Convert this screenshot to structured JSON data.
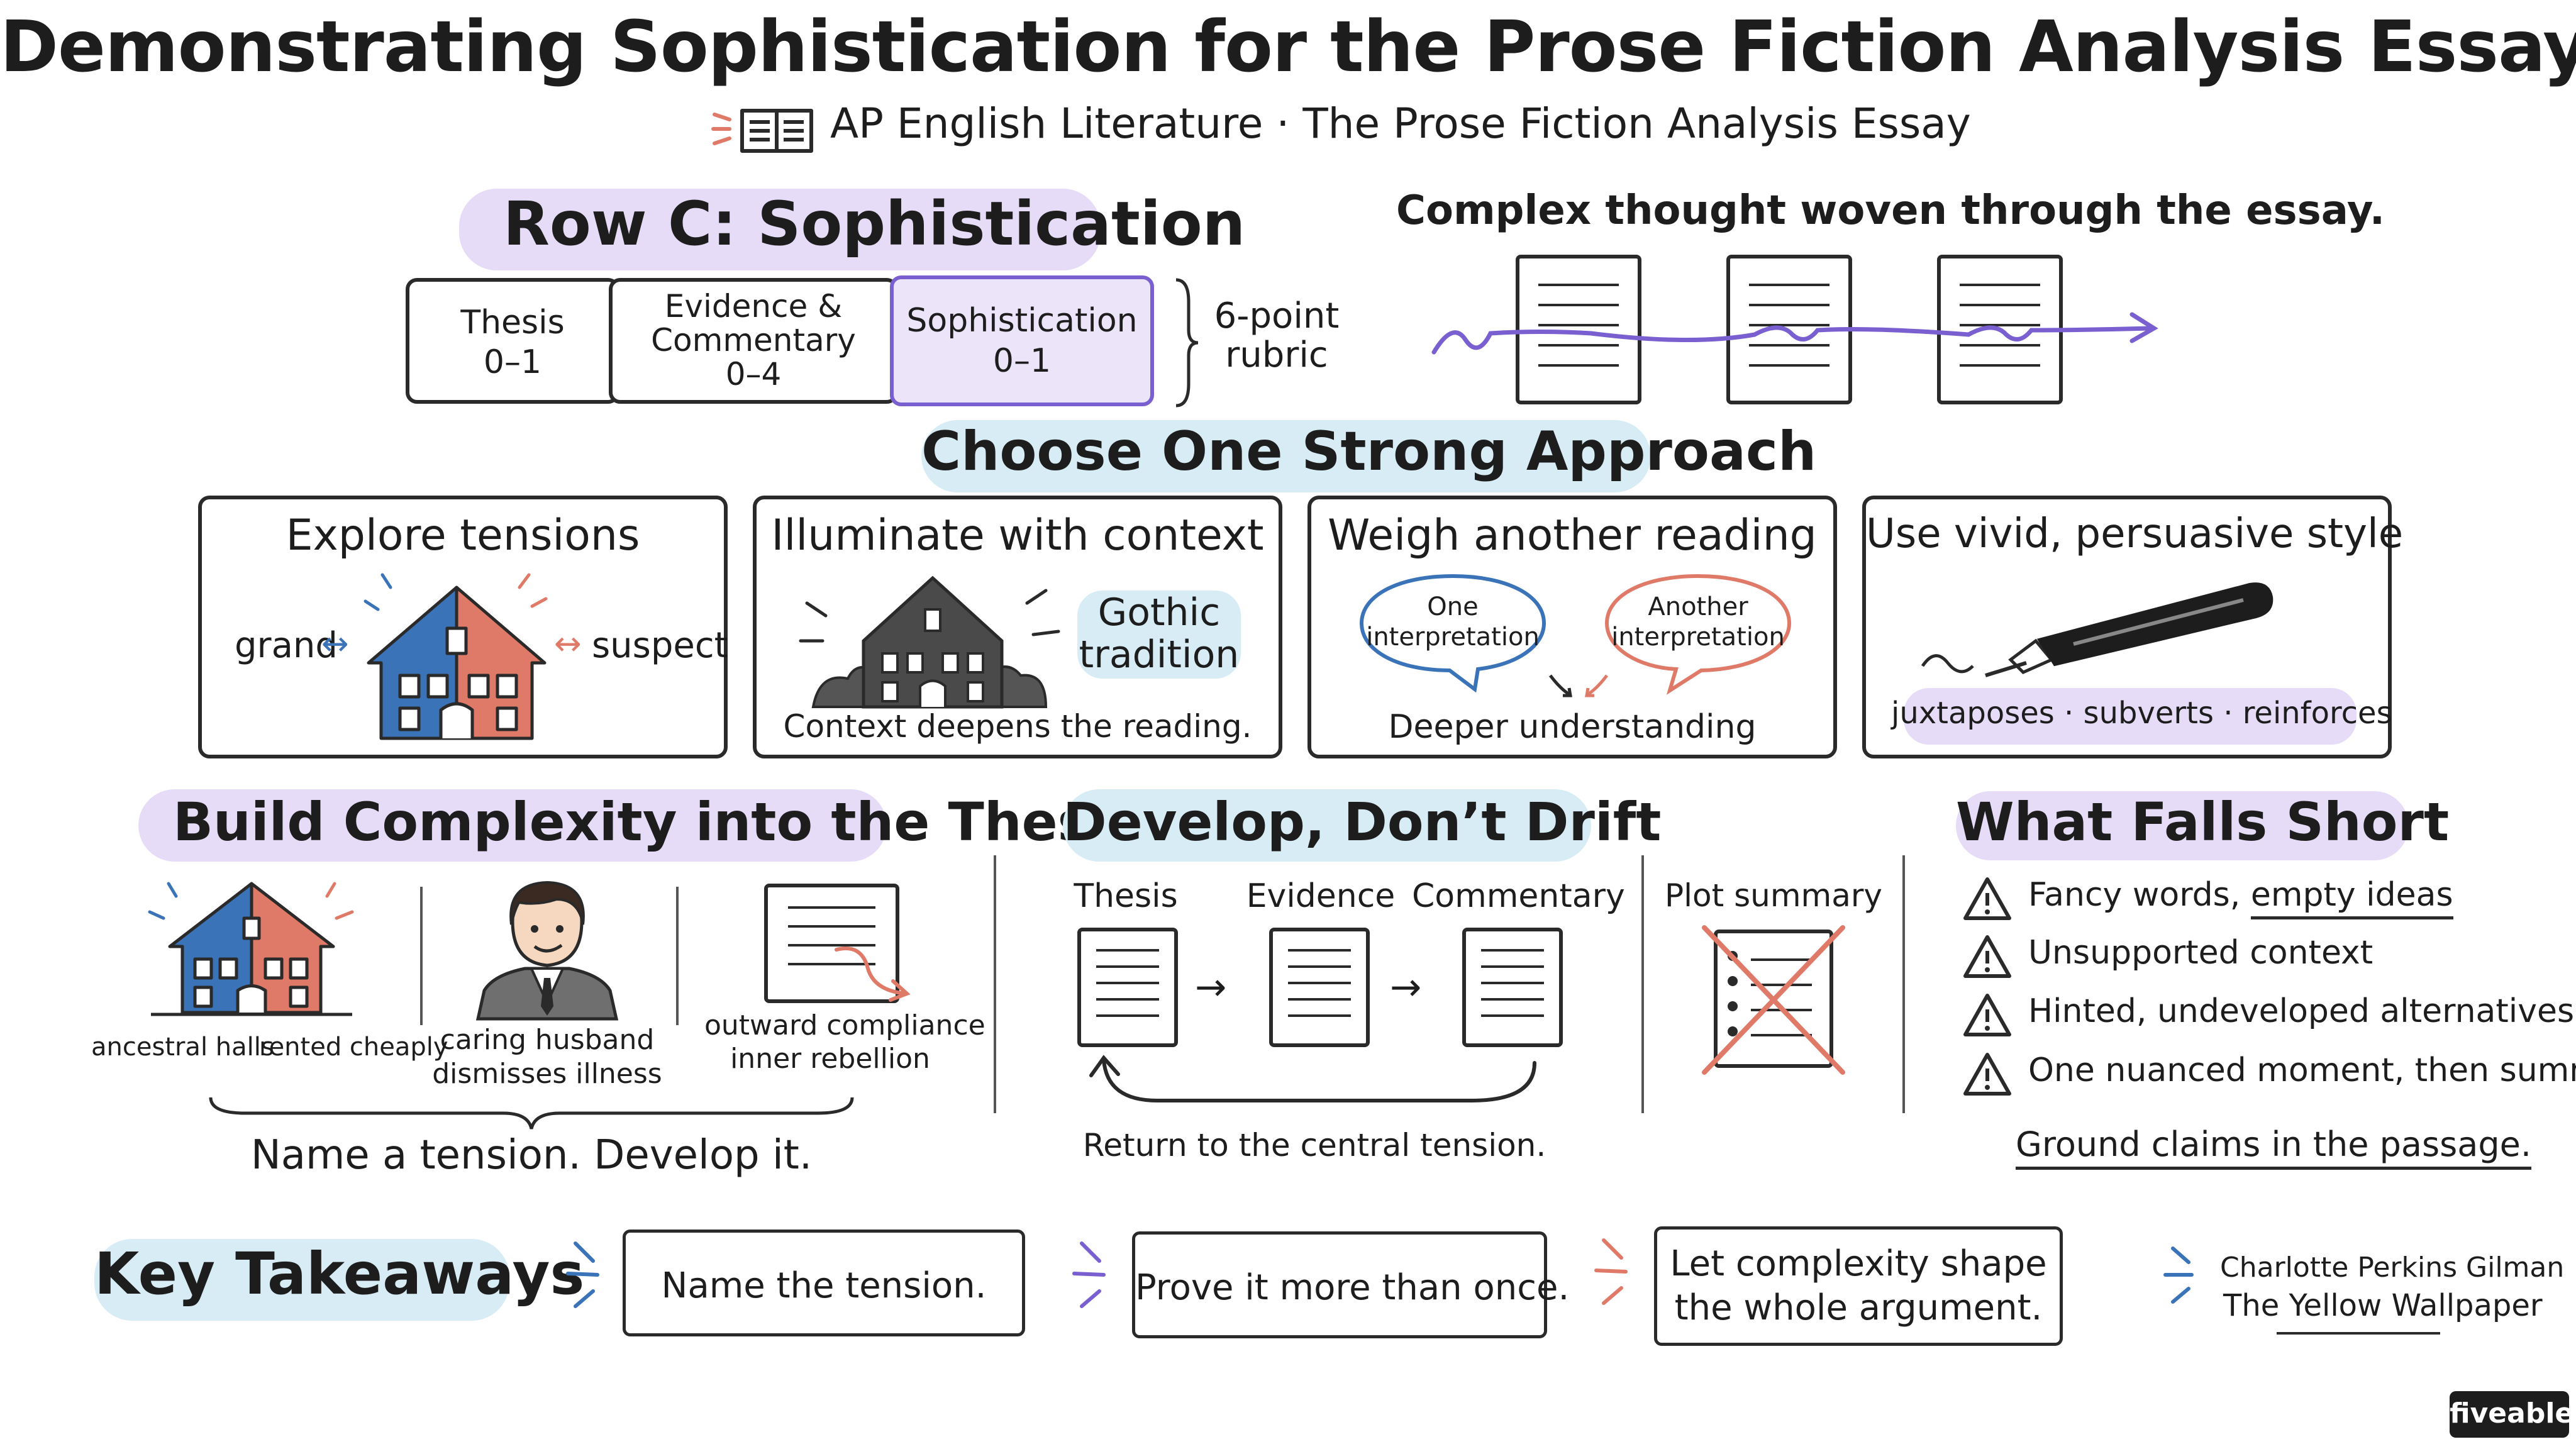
{
  "title": "Demonstrating Sophistication for the Prose Fiction Analysis  Essay",
  "subtitle": "AP English Literature · The Prose Fiction Analysis Essay",
  "row_c": {
    "heading": "Row C: Sophistication",
    "rubric": [
      {
        "line1": "Thesis",
        "line2": "",
        "score": "0–1"
      },
      {
        "line1": "Evidence &",
        "line2": "Commentary",
        "score": "0–4"
      },
      {
        "line1": "Sophistication",
        "line2": "",
        "score": "0–1"
      }
    ],
    "rubric_note_1": "6-point",
    "rubric_note_2": "rubric"
  },
  "complex_thought": "Complex thought woven through the essay.",
  "approach": {
    "heading": "Choose One Strong Approach",
    "cards": [
      {
        "title": "Explore tensions",
        "left": "grand",
        "right": "suspect"
      },
      {
        "title": "Illuminate with context",
        "side_1": "Gothic",
        "side_2": "tradition",
        "caption": "Context deepens the reading."
      },
      {
        "title": "Weigh another reading",
        "bubble_1a": "One",
        "bubble_1b": "interpretation",
        "bubble_2a": "Another",
        "bubble_2b": "interpretation",
        "caption": "Deeper understanding"
      },
      {
        "title": "Use vivid, persuasive style",
        "caption": "juxtaposes · subverts · reinforces"
      }
    ]
  },
  "build": {
    "heading": "Build Complexity into the Thesis",
    "items": [
      {
        "label_a": "ancestral halls",
        "label_b": "rented cheaply"
      },
      {
        "label_a": "caring husband",
        "label_b": "dismisses illness"
      },
      {
        "label_a": "outward compliance",
        "label_b": "inner rebellion"
      }
    ],
    "caption": "Name a tension. Develop it."
  },
  "develop": {
    "heading": "Develop, Don’t Drift",
    "steps": [
      "Thesis",
      "Evidence",
      "Commentary"
    ],
    "arrow": "→",
    "bad": "Plot summary",
    "caption": "Return to the central tension."
  },
  "falls_short": {
    "heading": "What Falls Short",
    "items": [
      {
        "pre": "Fancy words, ",
        "under": "empty ideas"
      },
      {
        "pre": "Unsupported context",
        "under": ""
      },
      {
        "pre": "Hinted, undeveloped alternatives",
        "under": ""
      },
      {
        "pre": "One nuanced moment, then summary",
        "under": ""
      }
    ],
    "footer": "Ground claims in the passage."
  },
  "takeaways": {
    "heading": "Key Takeaways",
    "items": [
      {
        "line1": "Name the tension.",
        "line2": ""
      },
      {
        "line1": "Prove it more than once.",
        "line2": ""
      },
      {
        "line1": "Let complexity shape",
        "line2": "the whole argument."
      }
    ]
  },
  "source": {
    "author": "Charlotte Perkins Gilman",
    "work": "The Yellow Wallpaper"
  },
  "brand": "fiveable",
  "colors": {
    "purple": "#7a5fd0",
    "purple_hl": "#e6dcf8",
    "blue_hl": "#d8ecf6",
    "blue": "#3a73b8",
    "red": "#e07a68"
  }
}
